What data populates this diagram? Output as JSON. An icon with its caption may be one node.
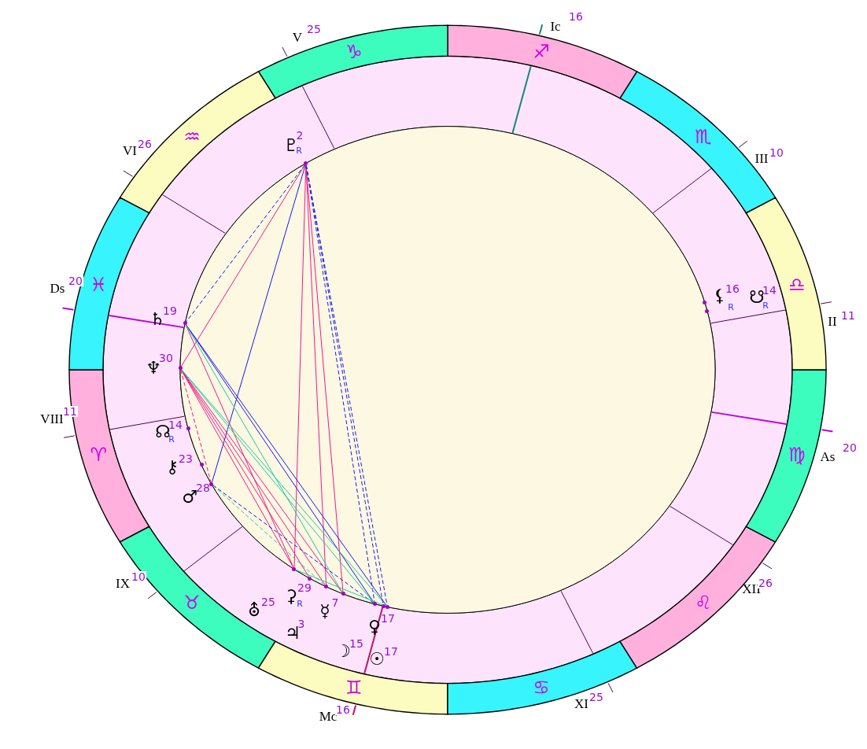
{
  "diagram": {
    "nodes": [
      {
        "text": [
          "♈"
        ],
        "beside": [
          "VIII",
          "11"
        ]
      },
      {
        "text": [
          "♉"
        ],
        "beside": [
          "IX",
          "10"
        ]
      },
      {
        "text": [
          "♊"
        ],
        "beside": [
          "Mc",
          "16"
        ]
      },
      {
        "text": [
          "♋"
        ],
        "beside": [
          "XI",
          "25"
        ]
      },
      {
        "text": [
          "♌"
        ],
        "beside": [
          "XII",
          "26"
        ]
      },
      {
        "text": [
          "♍"
        ],
        "beside": [
          "As",
          "20"
        ]
      },
      {
        "text": [
          "♎"
        ],
        "beside": [
          "II",
          "11"
        ]
      },
      {
        "text": [
          "♏"
        ],
        "beside": [
          "III",
          "10"
        ]
      },
      {
        "text": [
          "♐"
        ],
        "beside": [
          "Ic",
          "16"
        ]
      },
      {
        "text": [
          "♑"
        ],
        "beside": [
          "V",
          "25"
        ]
      },
      {
        "text": [
          "♒"
        ],
        "beside": [
          "VI",
          "26"
        ]
      },
      {
        "text": [
          "♓"
        ],
        "beside": [
          "Ds",
          "20"
        ]
      },
      {
        "text": [],
        "shape": "dot",
        "beside": [
          "♇",
          "2",
          "R"
        ]
      },
      {
        "text": [],
        "shape": "dot",
        "beside": [
          "⚸",
          "16",
          "R"
        ]
      },
      {
        "text": [],
        "shape": "dot",
        "beside": [
          "☋",
          "14",
          "R"
        ]
      },
      {
        "text": [],
        "shape": "dot",
        "beside": [
          "♄",
          "19"
        ]
      },
      {
        "text": [],
        "shape": "dot",
        "beside": [
          "♆",
          "30"
        ]
      },
      {
        "text": [],
        "shape": "dot",
        "beside": [
          "☊",
          "14",
          "R"
        ]
      },
      {
        "text": [],
        "shape": "dot",
        "beside": [
          "⚷",
          "23"
        ]
      },
      {
        "text": [],
        "shape": "dot",
        "beside": [
          "♂",
          "28"
        ]
      },
      {
        "text": [],
        "shape": "dot",
        "beside": [
          "⛢",
          "25"
        ]
      },
      {
        "text": [],
        "shape": "dot",
        "beside": [
          "⚳",
          "29",
          "R"
        ]
      },
      {
        "text": [],
        "shape": "dot",
        "beside": [
          "♃",
          "3"
        ]
      },
      {
        "text": [],
        "shape": "dot",
        "beside": [
          "☿",
          "7"
        ]
      },
      {
        "text": [],
        "shape": "dot",
        "beside": [
          "☽",
          "15"
        ]
      },
      {
        "text": [],
        "shape": "dot",
        "beside": [
          "♀",
          "17"
        ]
      },
      {
        "text": [],
        "shape": "dot",
        "beside": [
          "☉",
          "17"
        ]
      }
    ],
    "edges": [
      {
        "from": 12,
        "to": 15,
        "arrow": "none",
        "style": "dashed",
        "color": "#1818f0"
      },
      {
        "from": 12,
        "to": 16,
        "arrow": "none"
      },
      {
        "from": 12,
        "to": 19,
        "arrow": "none",
        "color": "#1818f0"
      },
      {
        "from": 12,
        "to": 20,
        "arrow": "none"
      },
      {
        "from": 12,
        "to": 22,
        "arrow": "none"
      },
      {
        "from": 12,
        "to": 23,
        "arrow": "none"
      },
      {
        "from": 12,
        "to": 24,
        "arrow": "none",
        "style": "dashed",
        "color": "#1818f0"
      },
      {
        "from": 12,
        "to": 25,
        "arrow": "none",
        "style": "dashed",
        "color": "#1818f0"
      },
      {
        "from": 12,
        "to": 26,
        "arrow": "none",
        "style": "dashed",
        "color": "#1818f0"
      },
      {
        "from": 15,
        "to": 24,
        "arrow": "none",
        "color": "#1818f0"
      },
      {
        "from": 15,
        "to": 26,
        "arrow": "none",
        "color": "#1818f0"
      },
      {
        "from": 15,
        "to": 20,
        "arrow": "none"
      },
      {
        "from": 15,
        "to": 23,
        "arrow": "none",
        "color": "#20c8a0"
      },
      {
        "from": 16,
        "to": 19,
        "arrow": "none",
        "style": "dashed"
      },
      {
        "from": 16,
        "to": 20,
        "arrow": "none"
      },
      {
        "from": 16,
        "to": 21,
        "arrow": "none"
      },
      {
        "from": 16,
        "to": 22,
        "arrow": "none"
      },
      {
        "from": 16,
        "to": 23,
        "arrow": "none"
      },
      {
        "from": 16,
        "to": 24,
        "arrow": "none",
        "color": "#20c8a0"
      },
      {
        "from": 16,
        "to": 26,
        "arrow": "none",
        "color": "#20c8a0"
      },
      {
        "from": 19,
        "to": 24,
        "arrow": "none",
        "style": "dashed",
        "color": "#1818f0"
      },
      {
        "from": 19,
        "to": 22,
        "arrow": "none",
        "style": "dashed",
        "color": "#20c8a0"
      },
      {
        "from": 20,
        "to": 26,
        "arrow": "none",
        "color": "#20c8a0"
      }
    ]
  }
}
